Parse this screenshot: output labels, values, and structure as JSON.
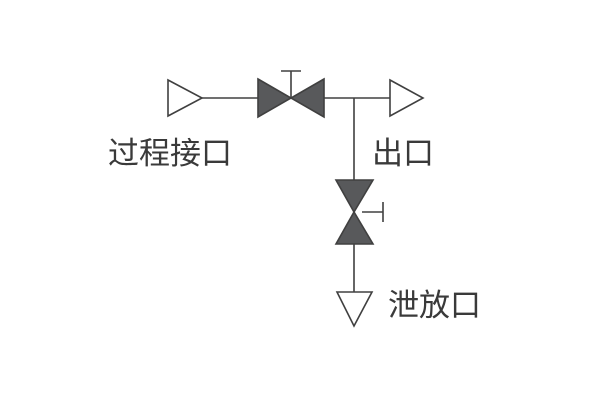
{
  "labels": {
    "process_port": "过程接口",
    "outlet": "出口",
    "drain": "泄放口"
  },
  "colors": {
    "line": "#404040",
    "valve_fill": "#58595b"
  }
}
